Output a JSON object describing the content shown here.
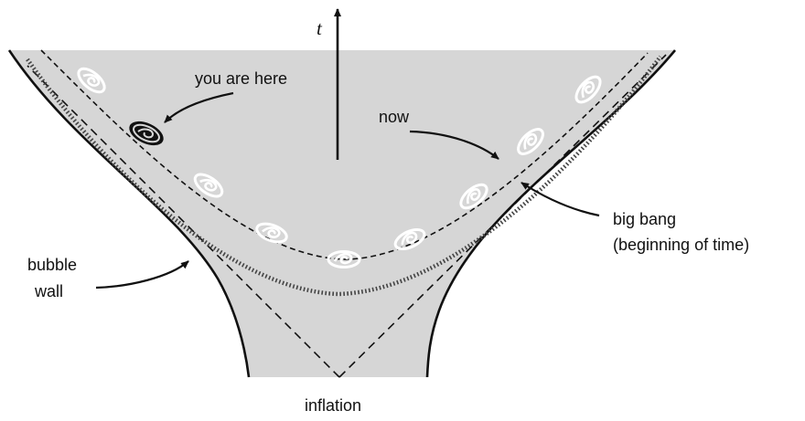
{
  "diagram": {
    "labels": {
      "time_axis": "t",
      "you_are_here": "you are here",
      "now": "now",
      "big_bang_line1": "big bang",
      "big_bang_line2": "(beginning of time)",
      "bubble_wall_line1": "bubble",
      "bubble_wall_line2": "wall",
      "inflation": "inflation"
    },
    "colors": {
      "bubble_fill": "#d6d6d6",
      "lines": "#111111",
      "galaxy": "#ffffff",
      "our_galaxy": "#111111"
    }
  }
}
